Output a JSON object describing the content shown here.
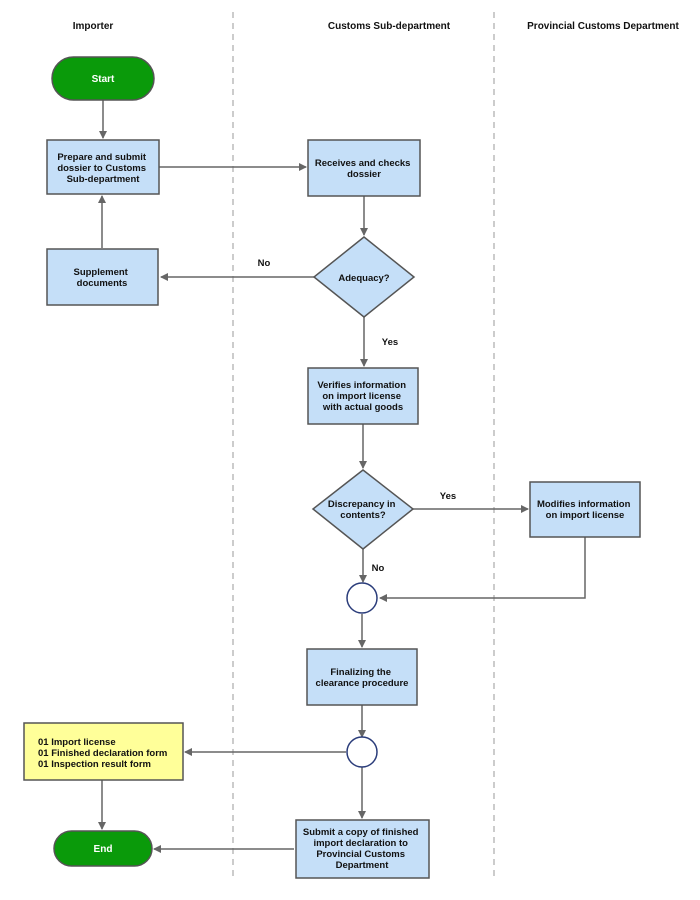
{
  "lanes": [
    "Importer",
    "Customs Sub-department",
    "Provincial Customs Department"
  ],
  "nodes": {
    "start": "Start",
    "prepare": [
      "Prepare and submit",
      "dossier to Customs",
      "Sub-department"
    ],
    "receive": [
      "Receives and checks",
      "dossier"
    ],
    "supplement": [
      "Supplement",
      "documents"
    ],
    "adequacy": [
      "Adequacy?"
    ],
    "verify": [
      "Verifies information",
      "on import license",
      "with actual goods"
    ],
    "discrepancy": [
      "Discrepancy in",
      "contents?"
    ],
    "modify": [
      "Modifies information",
      "on import license"
    ],
    "finalize": [
      "Finalizing the",
      "clearance procedure"
    ],
    "documents": [
      "01 Import license",
      "01 Finished declaration form",
      "01 Inspection result form"
    ],
    "submit_copy": [
      "Submit a copy of finished",
      "import declaration to",
      "Provincial Customs",
      "Department"
    ],
    "end": "End"
  },
  "edge_labels": {
    "adequacy_no": "No",
    "adequacy_yes": "Yes",
    "discrepancy_yes": "Yes",
    "discrepancy_no": "No"
  },
  "colors": {
    "process_fill": "#c5dff8",
    "terminal_fill": "#0a9a0a",
    "document_fill": "#ffff99",
    "line": "#666666",
    "lane_divider": "#bbbbbb"
  }
}
